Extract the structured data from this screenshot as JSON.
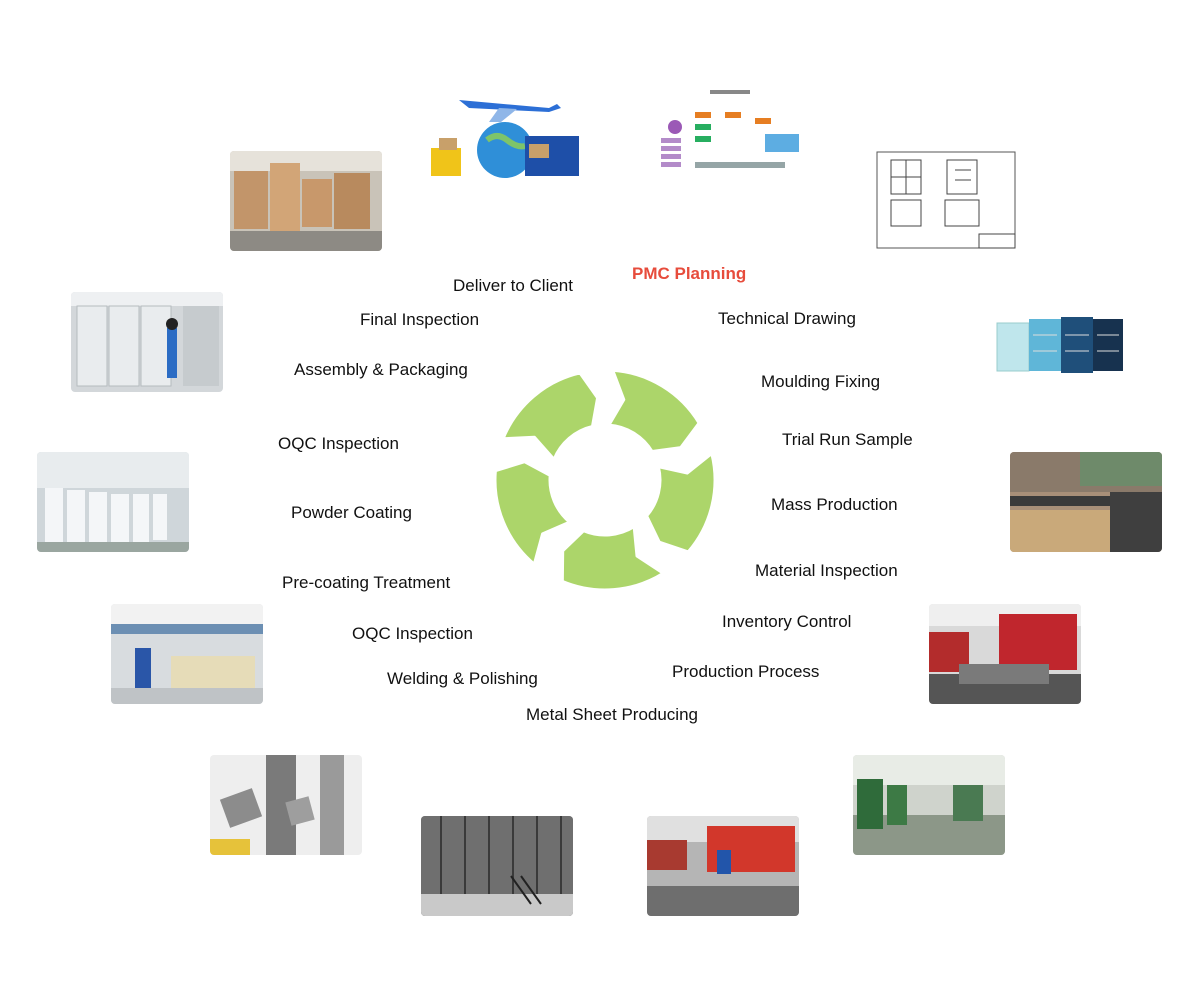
{
  "diagram": {
    "colors": {
      "cycle": "#acd56a",
      "highlight": "#e74c3c",
      "text": "#111111"
    },
    "highlight_step": "PMC Planning",
    "steps": [
      "PMC Planning",
      "Technical Drawing",
      "Moulding Fixing",
      "Trial Run Sample",
      "Mass Production",
      "Material Inspection",
      "Inventory Control",
      "Production Process",
      "Metal Sheet Producing",
      "Welding & Polishing",
      "OQC Inspection",
      "Pre-coating Treatment",
      "Powder Coating",
      "OQC Inspection",
      "Assembly & Packaging",
      "Final Inspection",
      "Deliver to Client"
    ],
    "photos": [
      "logistics-photo",
      "flowchart-photo",
      "drawing-photo",
      "cabinets-photo",
      "panels-photo",
      "punch-press-photo",
      "factory-photo",
      "bending-photo",
      "oven-photo",
      "hanging-parts-photo",
      "coating-line-photo",
      "white-cabinets-photo",
      "lockers-photo",
      "cartons-photo"
    ]
  }
}
